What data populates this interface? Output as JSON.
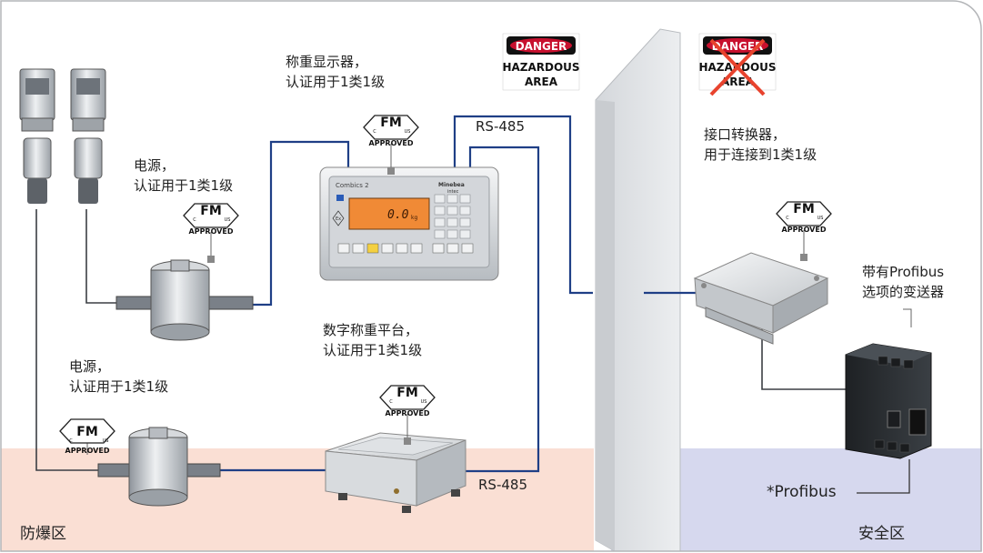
{
  "zones": {
    "hazardous": "防爆区",
    "safe": "安全区"
  },
  "labels": {
    "indicator_1": "称重显示器，",
    "indicator_2": "认证用于1类1级",
    "power_top_1": "电源，",
    "power_top_2": "认证用于1类1级",
    "power_bottom_1": "电源，",
    "power_bottom_2": "认证用于1类1级",
    "platform_1": "数字称重平台，",
    "platform_2": "认证用于1类1级",
    "converter_1": "接口转换器，",
    "converter_2": "用于连接到1类1级",
    "transmitter_1": "带有Profibus",
    "transmitter_2": "选项的变送器",
    "profibus": "*Profibus",
    "rs485_top": "RS-485",
    "rs485_bottom": "RS-485"
  },
  "fm_badge": {
    "fm": "FM",
    "c": "C",
    "us": "US",
    "approved": "APPROVED"
  },
  "danger_sign": {
    "danger": "DANGER",
    "line1": "HAZARDOUS",
    "line2": "AREA"
  },
  "device_text": {
    "indicator_model": "Combics 2",
    "indicator_brand": "Minebea",
    "indicator_brand2": "intec",
    "indicator_reading": "0.0",
    "indicator_unit": "kg",
    "ex_mark": "Ex"
  },
  "colors": {
    "hazard_floor": "#fadfd4",
    "safe_floor": "#d6d8ee",
    "cable": "#1f3f86",
    "wall": "#e3e5e8",
    "danger_red": "#c8102e",
    "cross_red": "#e8432e"
  }
}
